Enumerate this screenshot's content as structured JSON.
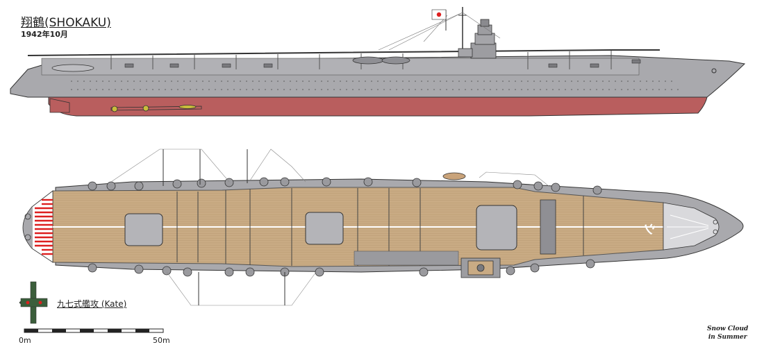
{
  "title": "翔鶴(SHOKAKU)",
  "date": "1942年10月",
  "aircraft_label": "九七式艦攻 (Kate)",
  "scale": {
    "start": "0m",
    "end": "50m"
  },
  "credit": {
    "line1": "Snow Cloud",
    "line2": "in Summer"
  },
  "deck_marking": "シ",
  "colors": {
    "hull_grey": "#a9a9ad",
    "hull_red": "#b95e5e",
    "deck_wood": "#c9ab84",
    "elevator": "#b4b4b8",
    "rising_sun": "#dd1f1f",
    "plane_green": "#3b5e3b"
  }
}
